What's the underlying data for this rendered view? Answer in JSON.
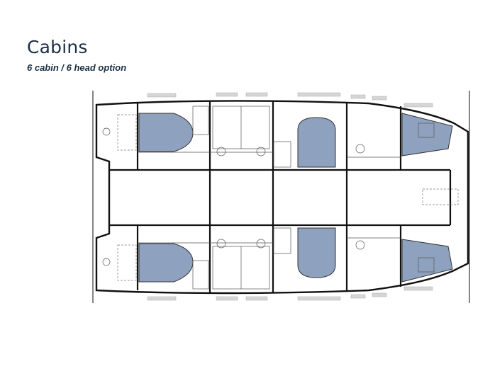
{
  "header": {
    "title": "Cabins",
    "subtitle": "6 cabin / 6 head option"
  },
  "colors": {
    "cabin_fill": "#8ea2bf",
    "title_text": "#1c2f45",
    "hull_line": "#111111"
  },
  "plan": {
    "layout": "catamaran",
    "hulls": [
      "port",
      "starboard"
    ],
    "cabins_per_hull": 3,
    "heads_per_hull": 3
  }
}
